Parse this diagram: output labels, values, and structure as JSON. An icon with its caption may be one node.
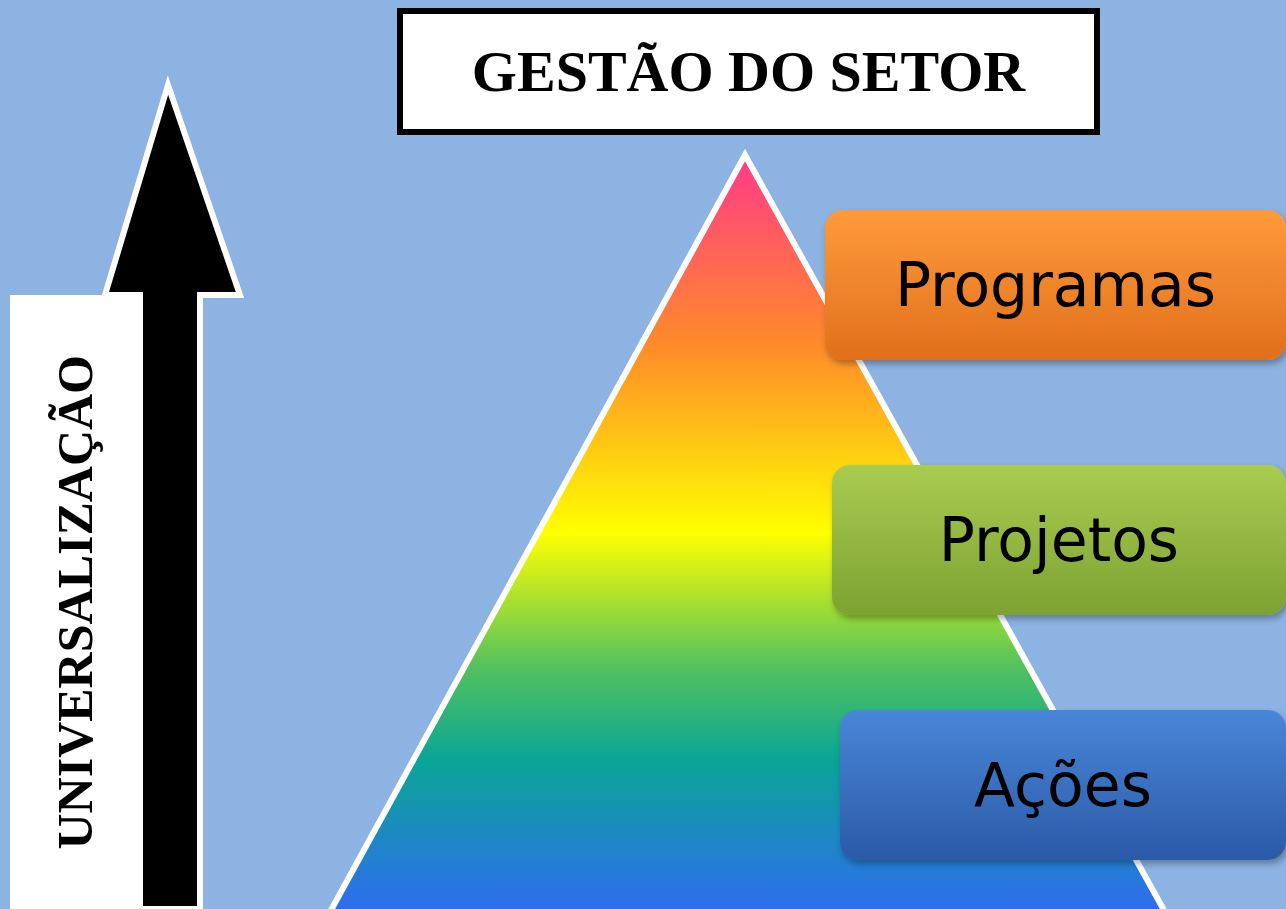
{
  "diagram": {
    "title": "GESTÃO DO SETOR",
    "nodes": [
      {
        "text": [
          "Programas"
        ]
      },
      {
        "text": [
          "Projetos"
        ]
      },
      {
        "text": [
          "Ações"
        ]
      }
    ],
    "labels": [
      "UNIVERSALIZAÇÃO"
    ]
  }
}
